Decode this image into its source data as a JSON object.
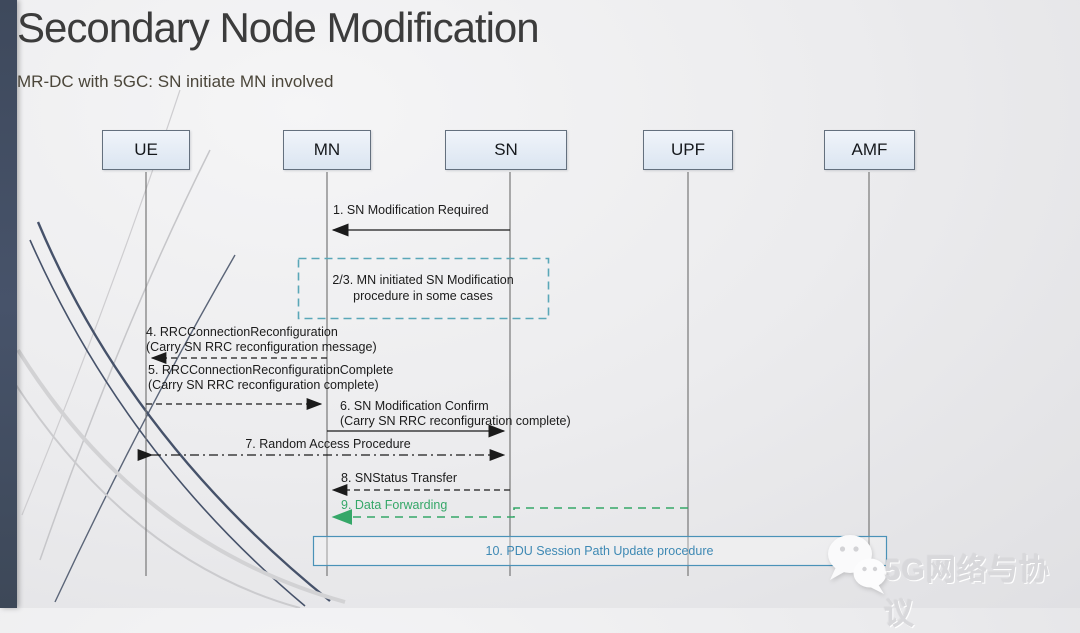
{
  "slide": {
    "title": "Secondary Node Modification",
    "subtitle": "MR-DC with 5GC: SN initiate MN involved"
  },
  "actors": [
    {
      "label": "UE"
    },
    {
      "label": "MN"
    },
    {
      "label": "SN"
    },
    {
      "label": "UPF"
    },
    {
      "label": "AMF"
    }
  ],
  "messages": {
    "m1": {
      "label": "1. SN Modification Required",
      "from": "SN",
      "to": "MN",
      "style": "solid"
    },
    "note23": {
      "line1": "2/3. MN initiated SN Modification",
      "line2": "procedure in some cases",
      "style": "dashed-box"
    },
    "m4": {
      "line1": "4. RRCConnectionReconfiguration",
      "line2": "(Carry SN RRC reconfiguration message)",
      "from": "MN",
      "to": "UE",
      "style": "dashed"
    },
    "m5": {
      "line1": "5. RRCConnectionReconfigurationComplete",
      "line2": "(Carry SN RRC reconfiguration complete)",
      "from": "UE",
      "to": "MN",
      "style": "dashed"
    },
    "m6": {
      "line1": "6. SN Modification Confirm",
      "line2": "(Carry SN RRC reconfiguration complete)",
      "from": "MN",
      "to": "SN",
      "style": "solid"
    },
    "m7": {
      "label": "7. Random Access Procedure",
      "from": "UE",
      "to": "SN",
      "style": "dash-dot-bidirectional"
    },
    "m8": {
      "label": "8. SNStatus Transfer",
      "from": "SN",
      "to": "MN",
      "style": "dashed"
    },
    "m9": {
      "label": "9. Data Forwarding",
      "from": "UPF",
      "to": "MN",
      "style": "dashed-green"
    },
    "m10": {
      "label": "10. PDU Session Path Update procedure",
      "style": "solid-box"
    }
  },
  "watermark": {
    "text": "5G网络与协议",
    "icon": "wechat-icon"
  },
  "colors": {
    "sidebar": "#42４e63",
    "note_border": "#5aa7b8",
    "green": "#35a768",
    "proc_blue": "#4a92b8",
    "actor_fill": "#dbe5f1",
    "lifeline": "#787878"
  }
}
